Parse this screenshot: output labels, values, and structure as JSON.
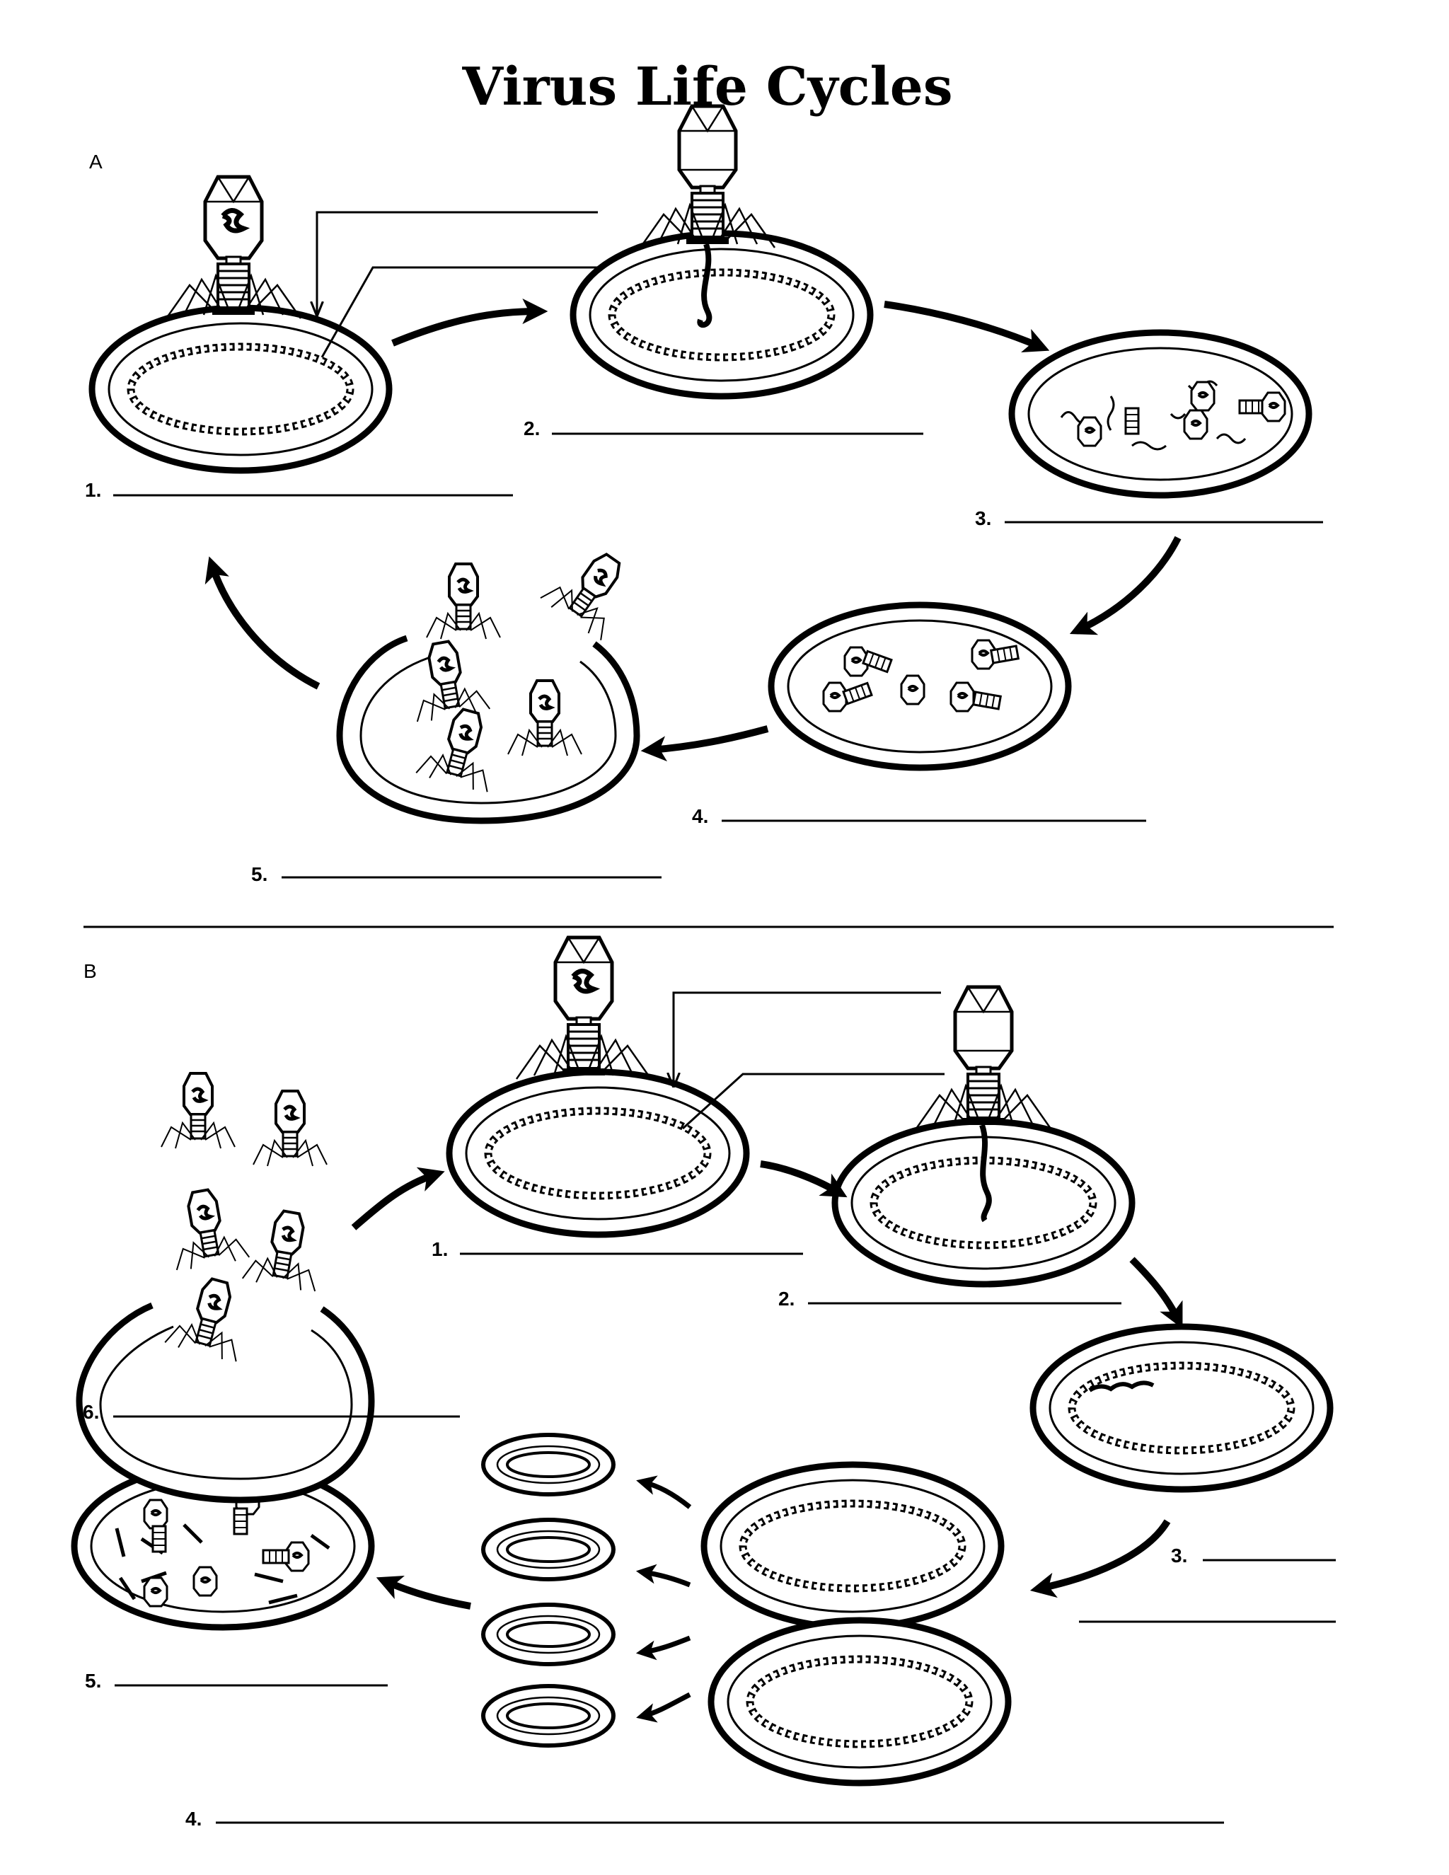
{
  "title": "Virus Life Cycles",
  "sections": [
    {
      "label": "A",
      "steps": [
        "1.",
        "2.",
        "3.",
        "4.",
        "5."
      ]
    },
    {
      "label": "B",
      "steps": [
        "1.",
        "2.",
        "3.",
        "4.",
        "5.",
        "6."
      ]
    }
  ]
}
